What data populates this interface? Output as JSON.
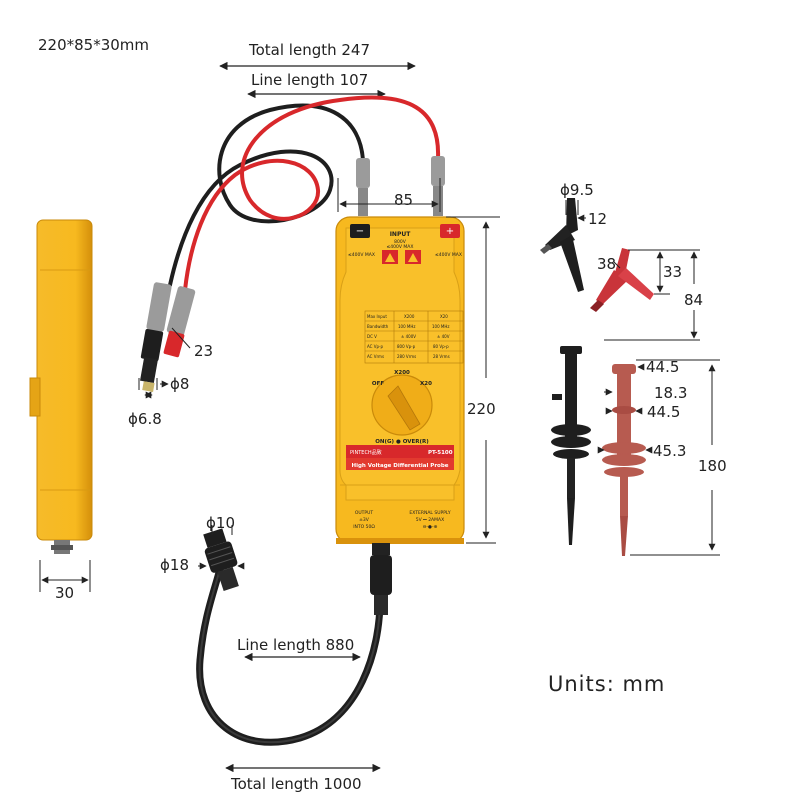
{
  "size_label": "220*85*30mm",
  "units_label": "Units: mm",
  "dimensions": {
    "total_length_top": "Total length 247",
    "line_length_top": "Line length 107",
    "input_spacing": "85",
    "plug_length": "23",
    "plug_dia_outer": "ϕ8",
    "plug_dia_inner": "ϕ6.8",
    "body_length": "220",
    "side_width": "30",
    "bnc_dia": "ϕ10",
    "cable_dia": "ϕ18",
    "line_length_bottom": "Line length 880",
    "total_length_bottom": "Total length 1000",
    "clip_dia": "ϕ9.5",
    "clip_12": "12",
    "clip_38": "38",
    "clip_33": "33",
    "clip_84": "84",
    "hook_44_5_a": "44.5",
    "hook_18_3": "18.3",
    "hook_44_5_b": "44.5",
    "hook_45_3": "45.3",
    "hook_180": "180"
  },
  "device": {
    "input_label": "INPUT",
    "minus": "−",
    "plus": "+",
    "voltage_top": "800V",
    "voltage_top2": "≤400V MAX",
    "left_max": "≤400V MAX",
    "right_max": "≤400V MAX",
    "table": [
      [
        "Max Input",
        "X200",
        "X20"
      ],
      [
        "Bandwidth",
        "100 MHz",
        "100 MHz"
      ],
      [
        "DC V",
        "± 400V",
        "± 40V"
      ],
      [
        "AC Vp-p",
        "800 Vp-p",
        "80 Vp-p"
      ],
      [
        "AC Vrms",
        "280 Vrms",
        "28 Vrms"
      ]
    ],
    "x200": "X200",
    "off": "OFF",
    "x20": "X20",
    "status": "ON(G) ● OVER(R)",
    "brand": "PINTECH品致",
    "model": "PT-5100",
    "product": "High Voltage Differential Probe",
    "output1": "OUTPUT",
    "output2": "±3V",
    "output3": "INTO 50Ω",
    "ext1": "EXTERNAL SUPPLY",
    "ext2": "5V ⎓ 2AMAX",
    "ext3": "⊖-●-⊕"
  },
  "colors": {
    "body": "#f7b91f",
    "body_dark": "#d9920c",
    "red": "#d8282b",
    "black": "#1e1e1e",
    "gray": "#9b9b9b",
    "clip_red": "#c9343a",
    "hook_red": "#b75b50"
  }
}
